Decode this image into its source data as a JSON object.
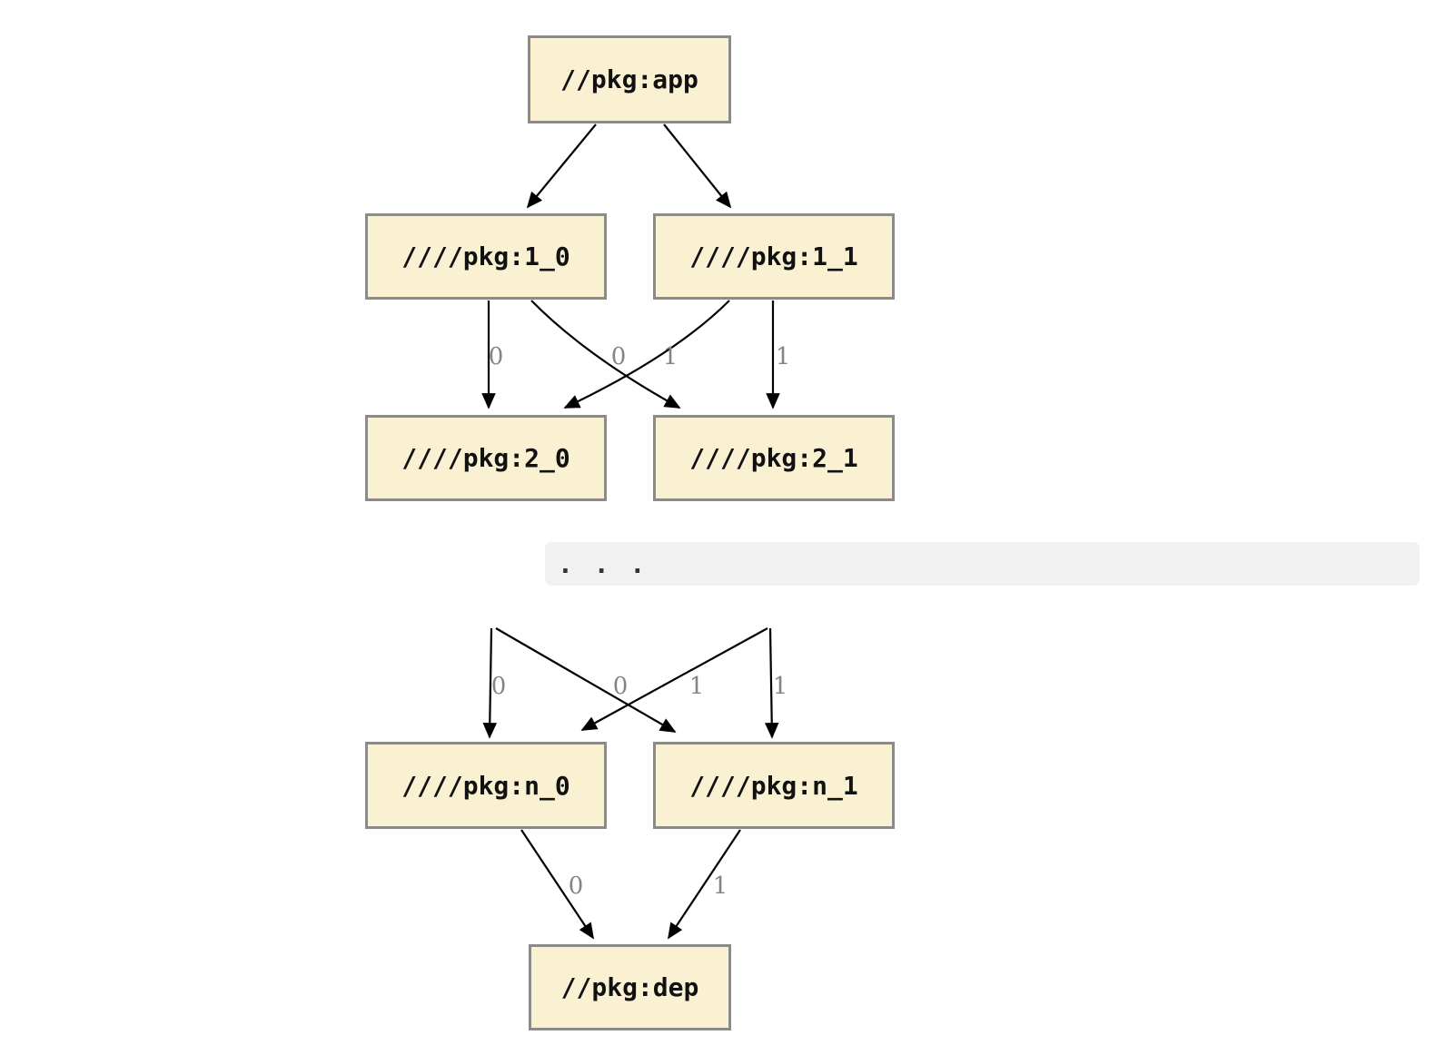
{
  "diagram": {
    "nodes": {
      "app": "//pkg:app",
      "l1_0": "////pkg:1_0",
      "l1_1": "////pkg:1_1",
      "l2_0": "////pkg:2_0",
      "l2_1": "////pkg:2_1",
      "ln_0": "////pkg:n_0",
      "ln_1": "////pkg:n_1",
      "dep": "//pkg:dep"
    },
    "ellipsis": ". . .",
    "edge_labels": {
      "e_1_0__2_0": "0",
      "e_1_0__2_1": "0",
      "e_1_1__2_0": "1",
      "e_1_1__2_1": "1",
      "e_prev_0__n_0": "0",
      "e_prev_0__n_1": "0",
      "e_prev_1__n_0": "1",
      "e_prev_1__n_1": "1",
      "e_n_0__dep": "0",
      "e_n_1__dep": "1"
    },
    "colors": {
      "node_fill": "#FAF1D3",
      "node_border": "#8B8B8B",
      "edge": "#000000",
      "edge_label": "#848484",
      "ellipsis_band": "#F1F1F1"
    }
  }
}
